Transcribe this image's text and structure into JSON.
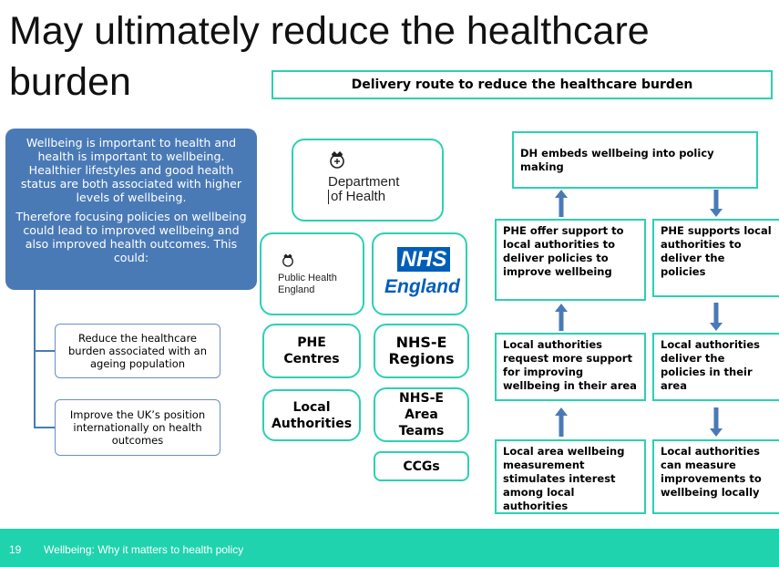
{
  "title": "May ultimately reduce the healthcare burden",
  "route_title": "Delivery route to reduce the healthcare burden",
  "intro": {
    "p1": "Wellbeing is important to health and health is important to wellbeing. Healthier lifestyles and good health status are both associated with higher levels of wellbeing.",
    "p2": "Therefore focusing policies on wellbeing could lead to improved wellbeing and also improved health outcomes.  This could:"
  },
  "outcomes": [
    "Reduce the healthcare burden associated with an ageing population",
    "Improve the UK’s position internationally on health outcomes"
  ],
  "orgs": {
    "dh": {
      "line1": "Department",
      "line2": "of Health"
    },
    "phe": {
      "line1": "Public Health",
      "line2": "England"
    },
    "nhs": {
      "badge": "NHS",
      "name": "England"
    },
    "phe_centres": "PHE Centres",
    "nhse_regions": "NHS-E Regions",
    "local_authorities": "Local Authorities",
    "nhse_area_teams": "NHS-E Area Teams",
    "ccgs": "CCGs"
  },
  "flow": {
    "top": "DH embeds wellbeing into policy making",
    "left1": "PHE offer support to local authorities to deliver policies to improve wellbeing",
    "left2": "Local authorities request more support for improving wellbeing in their area",
    "left3": "Local area wellbeing measurement stimulates interest among local authorities",
    "right1": "PHE supports local authorities to deliver the policies",
    "right2": "Local authorities deliver the policies in their area",
    "right3": "Local authorities can measure improvements to wellbeing locally"
  },
  "footer": {
    "page": "19",
    "text": "Wellbeing: Why it matters to health policy"
  },
  "colors": {
    "accent": "#2bd1b1",
    "footer": "#1fd3ae",
    "blue": "#4a7ab6",
    "nhs_blue": "#005eb8"
  }
}
